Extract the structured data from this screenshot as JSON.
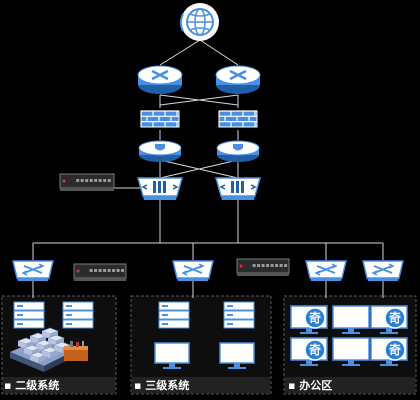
{
  "zones": [
    {
      "id": "level2",
      "label": "▪ 二级系统"
    },
    {
      "id": "level3",
      "label": "▪ 三级系统"
    },
    {
      "id": "office",
      "label": "▪ 办公区"
    }
  ],
  "nodes": {
    "internet": {
      "icon": "globe-icon"
    },
    "routers": [
      {
        "icon": "router-icon"
      },
      {
        "icon": "router-icon"
      }
    ],
    "firewalls": [
      {
        "icon": "firewall-icon"
      },
      {
        "icon": "firewall-icon"
      }
    ],
    "gateways": [
      {
        "icon": "shield-gateway-icon"
      },
      {
        "icon": "shield-gateway-icon"
      }
    ],
    "core_switches": [
      {
        "icon": "core-switch-icon"
      },
      {
        "icon": "core-switch-icon"
      }
    ],
    "access_switches": [
      {
        "icon": "switch-icon"
      },
      {
        "icon": "switch-icon"
      },
      {
        "icon": "switch-icon"
      },
      {
        "icon": "switch-icon"
      }
    ],
    "appliances": [
      {
        "icon": "rack-appliance-icon"
      },
      {
        "icon": "rack-appliance-icon"
      },
      {
        "icon": "rack-appliance-icon"
      }
    ],
    "servers": [
      {
        "icon": "server-icon"
      },
      {
        "icon": "server-icon"
      },
      {
        "icon": "server-icon"
      },
      {
        "icon": "server-icon"
      }
    ],
    "storage": {
      "icon": "storage-array-icon"
    },
    "tools": {
      "icon": "toolbox-icon"
    },
    "monitors": [
      {
        "icon": "monitor-icon"
      },
      {
        "icon": "monitor-icon"
      }
    ],
    "office_pcs": [
      {
        "icon": "monitor-icon",
        "badge": "奇"
      },
      {
        "icon": "monitor-icon"
      },
      {
        "icon": "monitor-icon",
        "badge": "奇"
      },
      {
        "icon": "monitor-icon",
        "badge": "奇"
      },
      {
        "icon": "monitor-icon"
      },
      {
        "icon": "monitor-icon",
        "badge": "奇"
      }
    ]
  },
  "colors": {
    "background": "#000000",
    "line": "#cfd8e3",
    "device_top": "#ffffff",
    "device_side": "#4a90e2",
    "device_bottom": "#1f5fa8",
    "zone_border": "#5a5a5a",
    "zone_fill": "#0e0e0e",
    "zone_label_bg": "#222222",
    "badge": "#2a7fd6"
  }
}
